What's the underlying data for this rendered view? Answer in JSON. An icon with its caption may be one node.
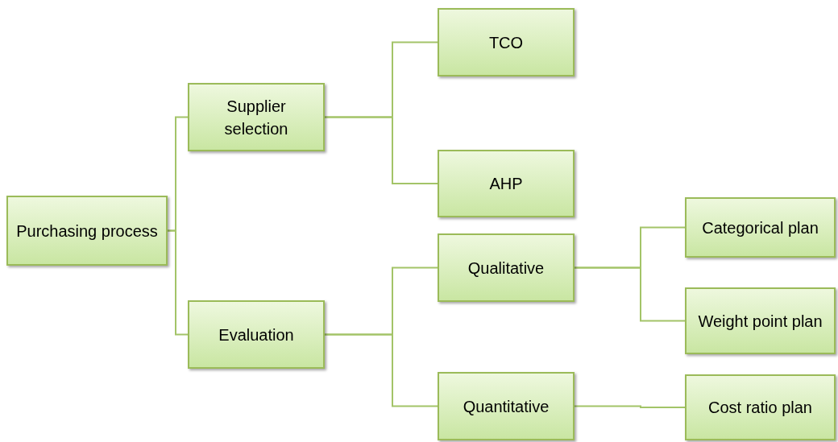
{
  "diagram": {
    "nodes": [
      {
        "text": [
          "Purchasing process"
        ]
      },
      {
        "text": [
          "Supplier selection"
        ]
      },
      {
        "text": [
          "Evaluation"
        ]
      },
      {
        "text": [
          "TCO"
        ]
      },
      {
        "text": [
          "AHP"
        ]
      },
      {
        "text": [
          "Qualitative"
        ]
      },
      {
        "text": [
          "Quantitative"
        ]
      },
      {
        "text": [
          "Categorical plan"
        ]
      },
      {
        "text": [
          "Weight point plan"
        ]
      },
      {
        "text": [
          "Cost ratio plan"
        ]
      }
    ],
    "edges": [
      {
        "from": 0,
        "to": 1,
        "arrow": "none"
      },
      {
        "from": 0,
        "to": 2,
        "arrow": "none"
      },
      {
        "from": 1,
        "to": 3,
        "arrow": "none"
      },
      {
        "from": 1,
        "to": 4,
        "arrow": "none"
      },
      {
        "from": 2,
        "to": 5,
        "arrow": "none"
      },
      {
        "from": 2,
        "to": 6,
        "arrow": "none"
      },
      {
        "from": 5,
        "to": 7,
        "arrow": "none"
      },
      {
        "from": 5,
        "to": 8,
        "arrow": "none"
      },
      {
        "from": 6,
        "to": 9,
        "arrow": "none"
      }
    ]
  }
}
